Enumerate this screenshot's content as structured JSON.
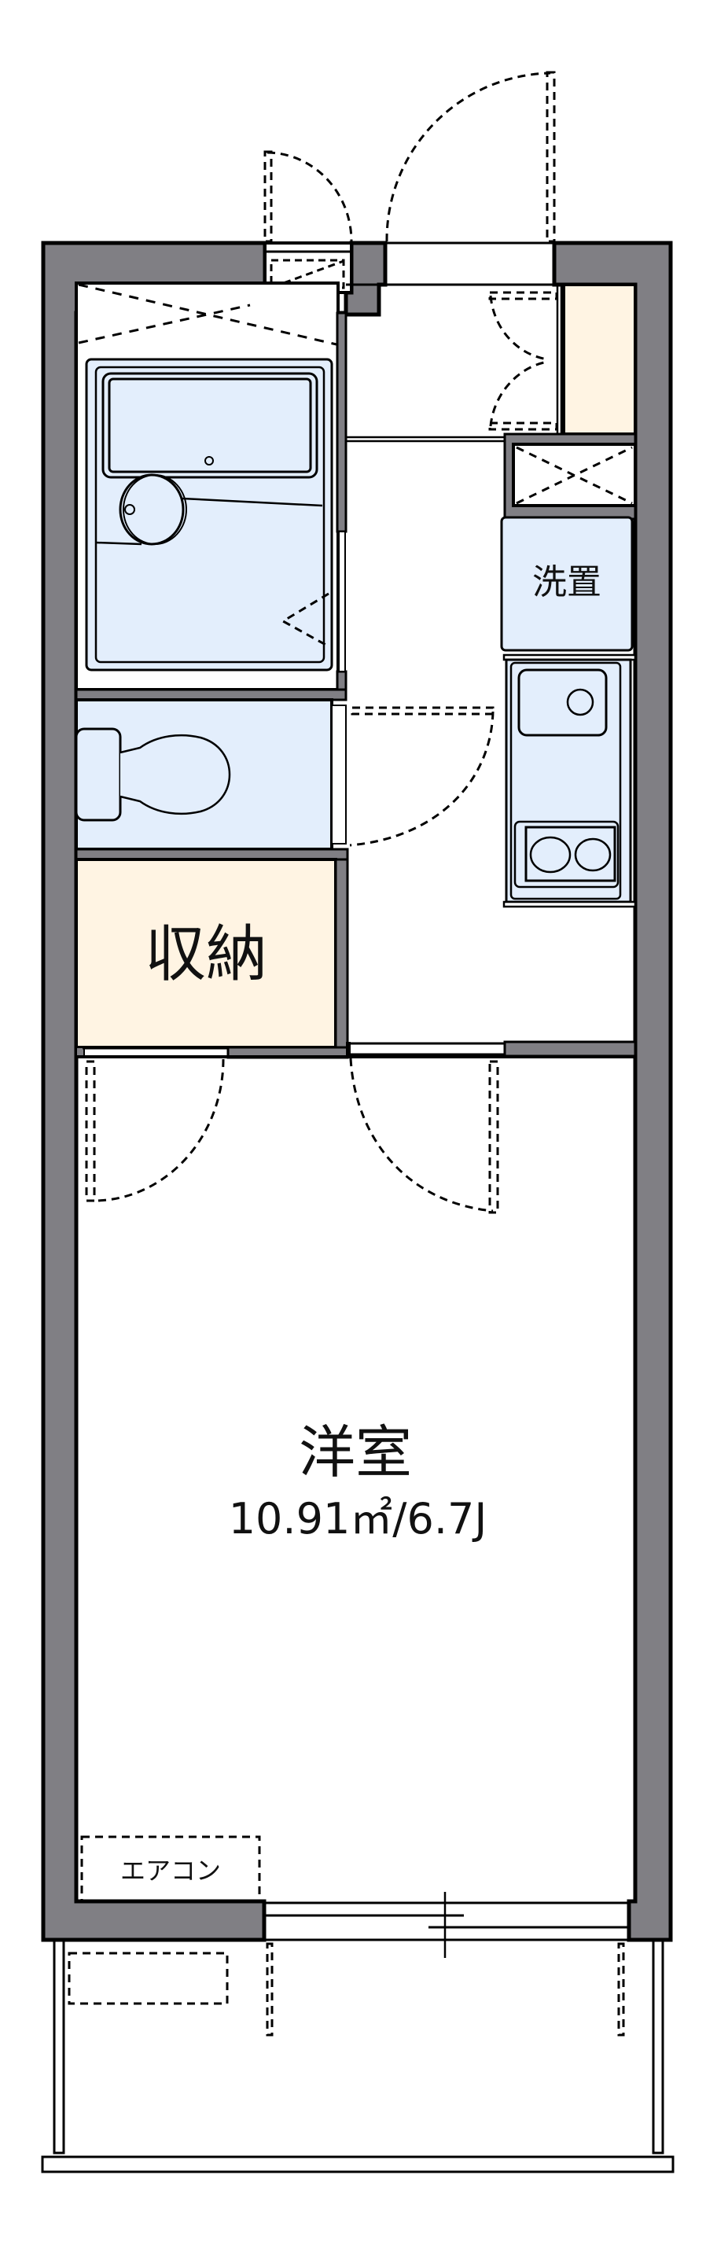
{
  "floorplan": {
    "colors": {
      "wall": "#807F84",
      "outline": "#000000",
      "storage_fill": "#FFF4E3",
      "wet_fill": "#E3EEFC",
      "floor": "#FFFFFF"
    },
    "rooms": {
      "western_room": {
        "label": "洋室",
        "area": "10.91㎡/6.7J"
      },
      "storage": {
        "label": "収納"
      },
      "washer": {
        "label": "洗置"
      },
      "aircon": {
        "label": "エアコン"
      }
    }
  }
}
